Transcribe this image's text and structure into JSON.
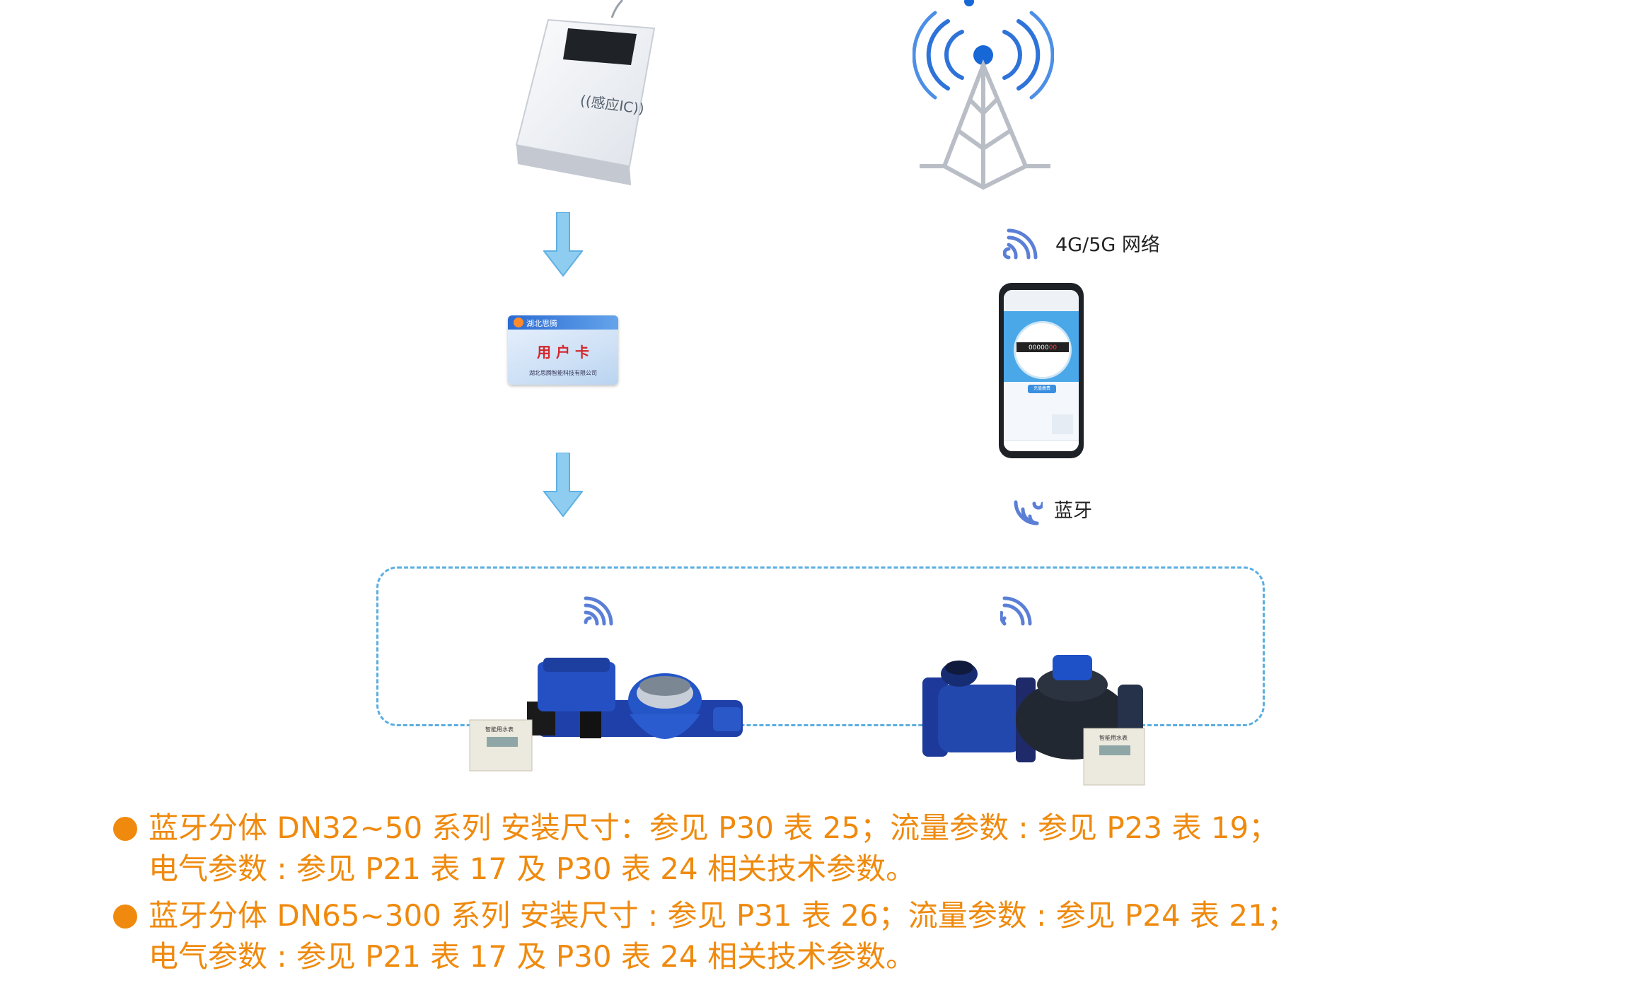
{
  "card": {
    "brand": "湖北思腾",
    "title": "用 户 卡",
    "footer": "湖北思腾智能科技有限公司"
  },
  "reader": {
    "logo_text": "感应IC"
  },
  "network": {
    "label": "4G/5G 网络"
  },
  "bluetooth": {
    "label": "蓝牙"
  },
  "phone": {
    "digits_white": "00000",
    "digits_red": "00",
    "button": "充值缴费"
  },
  "meters": {
    "controller_label": "智能用水表"
  },
  "notes": [
    {
      "line1": "蓝牙分体 DN32~50 系列  安装尺寸：参见 P30 表 25；流量参数 : 参见 P23 表 19；",
      "line2": "电气参数 : 参见 P21 表 17 及 P30 表 24 相关技术参数。"
    },
    {
      "line1": "蓝牙分体 DN65~300 系列 安装尺寸 : 参见 P31 表 26；流量参数 : 参见 P24 表 21；",
      "line2": "电气参数 : 参见 P21 表 17 及 P30 表 24 相关技术参数。"
    }
  ],
  "colors": {
    "orange": "#ef8a0e",
    "arrow": "#8fcdf0",
    "dashed": "#5aaee0",
    "signal": "#5b7fd6"
  }
}
